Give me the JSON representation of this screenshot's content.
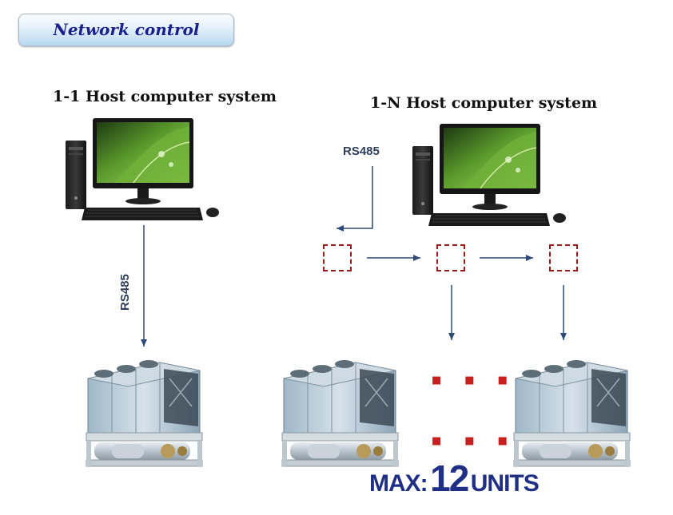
{
  "header": {
    "title": "Network control"
  },
  "left_section": {
    "title": "1-1 Host computer system",
    "link_label": "RS485"
  },
  "right_section": {
    "title": "1-N Host computer system",
    "link_label": "RS485"
  },
  "ellipsis": "▪ ▪ ▪",
  "max_units": {
    "prefix": "MAX:",
    "number": "12",
    "suffix": "UNITS"
  },
  "colors": {
    "header_text": "#1b1e8e",
    "arrow": "#2e4a78",
    "dashed_box": "#9b1a1a",
    "ellipsis": "#c8201e",
    "max_text": "#1e2f85"
  },
  "icons": {
    "computer": "desktop-computer-icon",
    "chiller": "chiller-unit-icon"
  }
}
